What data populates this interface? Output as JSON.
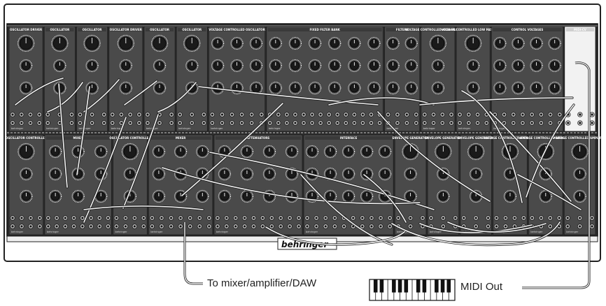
{
  "captions": {
    "audio_out": "To mixer/amplifier/DAW",
    "midi_out": "MIDI Out"
  },
  "rack": {
    "brand_center": "behringer",
    "top_row": [
      {
        "title": "OSCILLATOR DRIVER"
      },
      {
        "title": "OSCILLATOR"
      },
      {
        "title": "OSCILLATOR"
      },
      {
        "title": "OSCILLATOR DRIVER"
      },
      {
        "title": "OSCILLATOR"
      },
      {
        "title": "OSCILLATOR"
      },
      {
        "title": "VOLTAGE CONTROLLED OSCILLATOR"
      },
      {
        "title": "FIXED FILTER BANK"
      },
      {
        "title": "FILTERS"
      },
      {
        "title": "VOLTAGE CONTROLLED HIGH PASS FILTER"
      },
      {
        "title": "VOLTAGE CONTROLLED LOW PASS FILTER"
      },
      {
        "title": "CONTROL VOLTAGES"
      },
      {
        "title": "MIDI-CV"
      }
    ],
    "bottom_row": [
      {
        "title": "OSCILLATOR CONTROLLER"
      },
      {
        "title": "MIXER"
      },
      {
        "title": "OSCILLATOR CONTROLLER"
      },
      {
        "title": "MIXER"
      },
      {
        "title": "ATTENUATORS"
      },
      {
        "title": "INTERFACE"
      },
      {
        "title": "ENVELOPE GENERATOR"
      },
      {
        "title": "ENVELOPE GENERATOR"
      },
      {
        "title": "ENVELOPE GENERATOR"
      },
      {
        "title": "VOLTAGE CONTROLLED AMPLIFIER"
      },
      {
        "title": "VOLTAGE CONTROLLED AMPLIFIER"
      },
      {
        "title": "VOLTAGE CONTROLLED AMPLIFIER"
      }
    ]
  },
  "colors": {
    "panel": "#4a4a4a",
    "panel_light": "#e6e6e6",
    "knob": "#1a1a1a",
    "knob_ring": "#f2f2f2",
    "cable": "#f4f4f4",
    "cable_outline": "#1a1a1a",
    "frame": "#222222"
  }
}
